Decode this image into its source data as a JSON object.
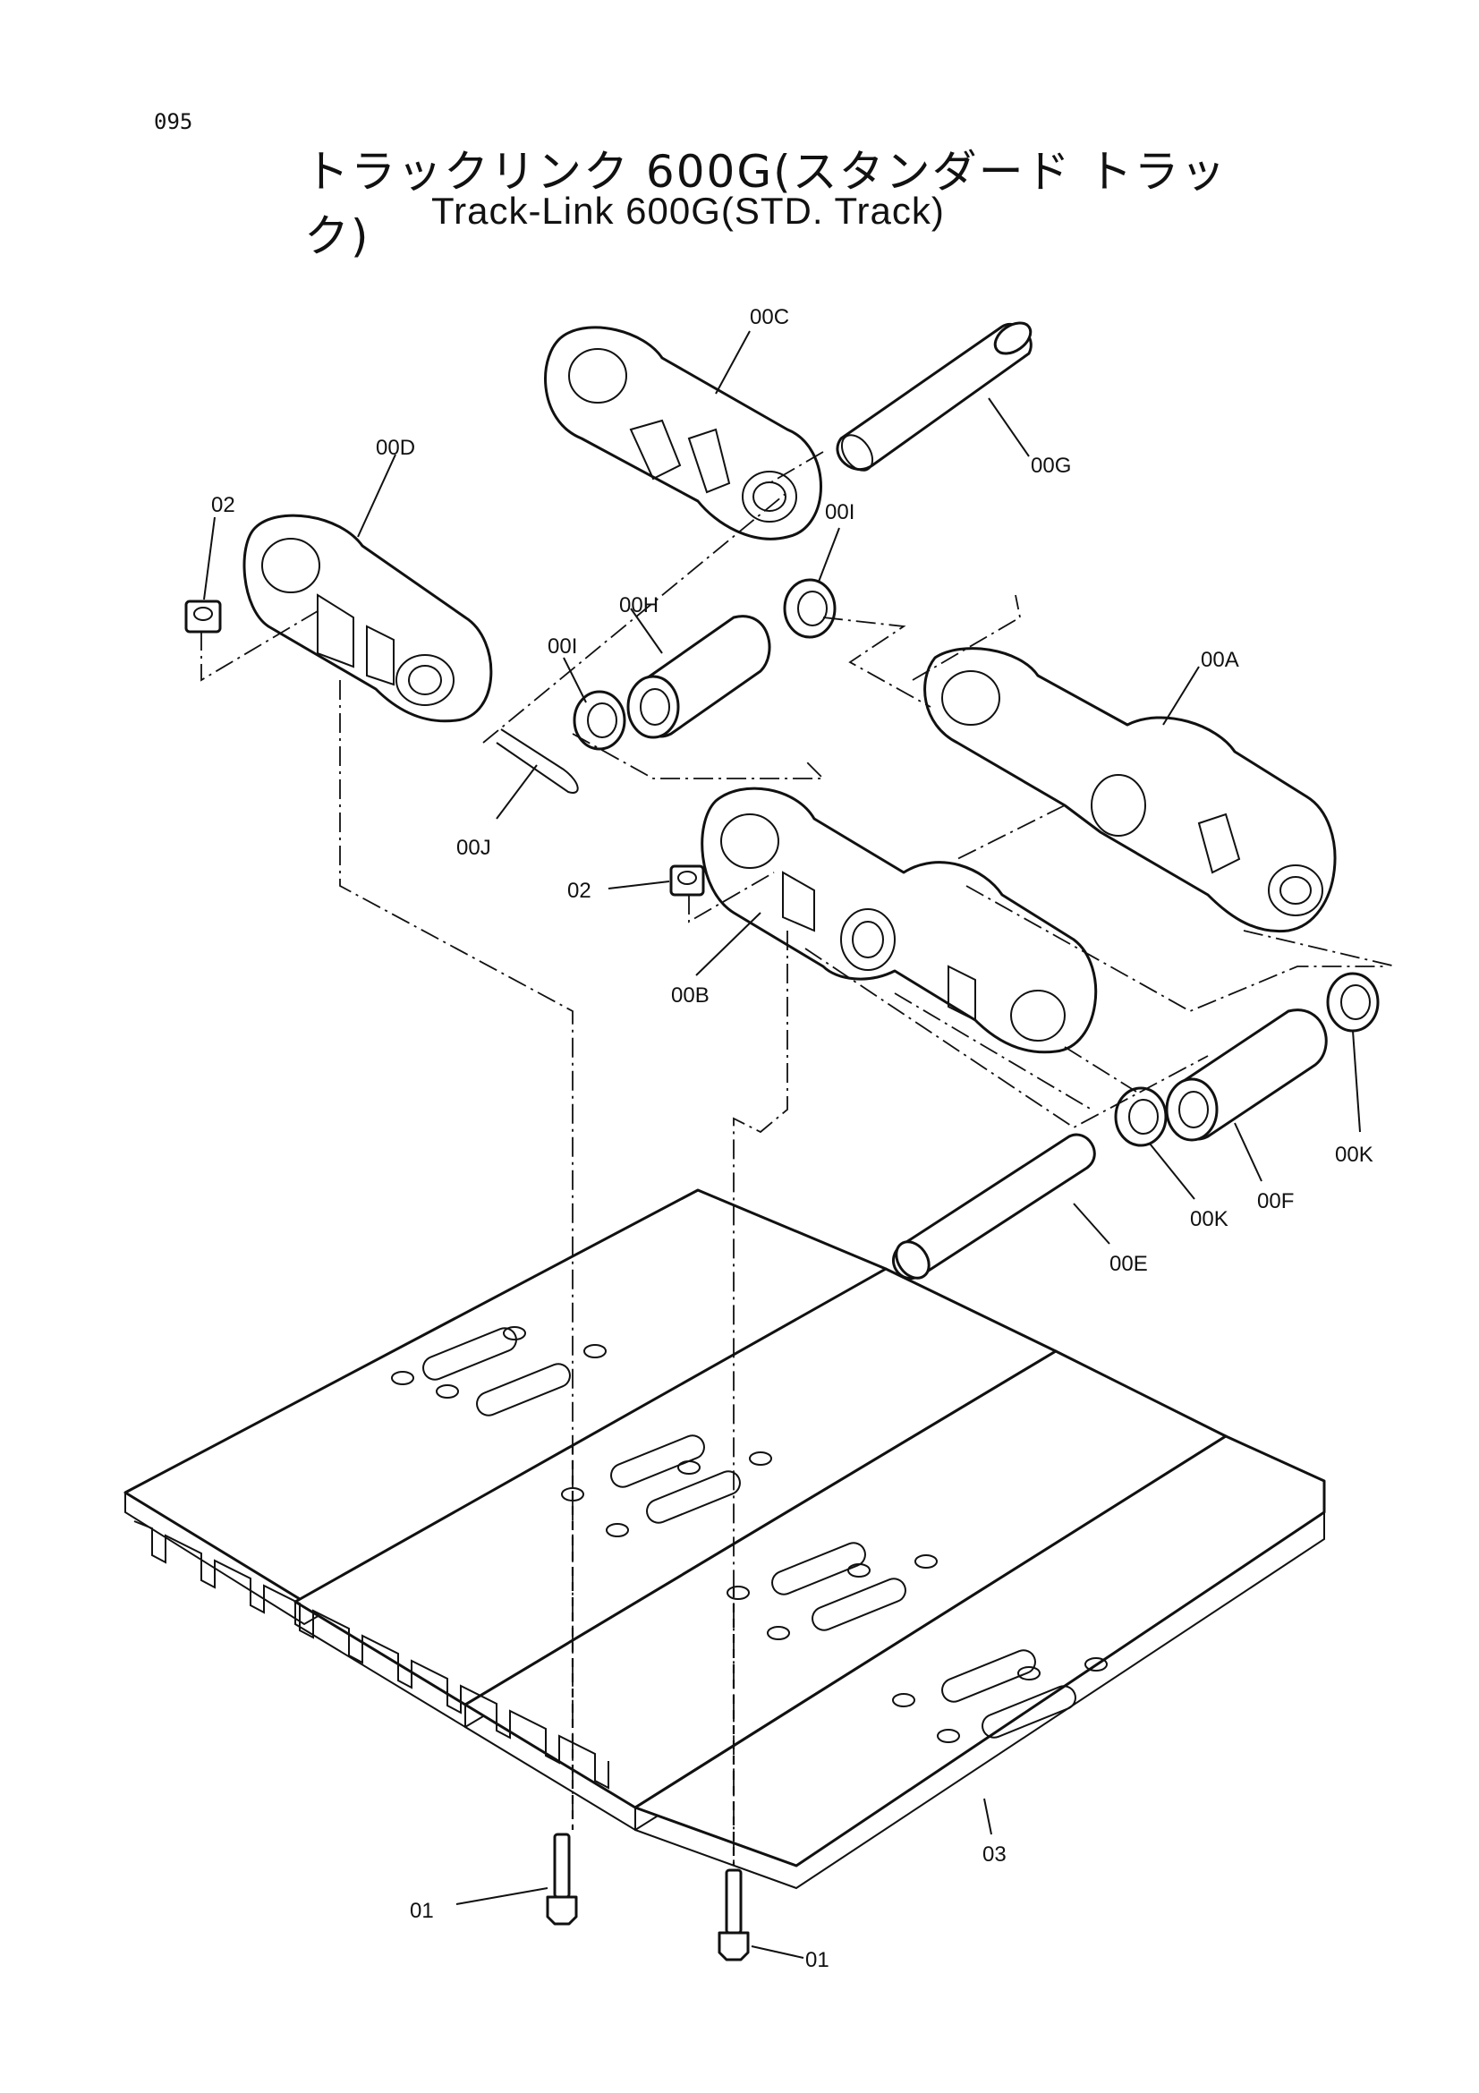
{
  "page_number": "095",
  "title_jp": "トラックリンク 600G(スタンダード トラック)",
  "title_en": "Track-Link 600G(STD. Track)",
  "callouts": {
    "c00C": "00C",
    "c00D": "00D",
    "c00G": "00G",
    "c02a": "02",
    "c00I_top": "00I",
    "c00H": "00H",
    "c00I_left": "00I",
    "c00A": "00A",
    "c00J": "00J",
    "c02b": "02",
    "c00B": "00B",
    "c00K_right": "00K",
    "c00F": "00F",
    "c00K_mid": "00K",
    "c00E": "00E",
    "c03": "03",
    "c01a": "01",
    "c01b": "01"
  },
  "part_icons": {
    "link": "track-link-icon",
    "pin": "track-pin-icon",
    "bushing": "bushing-icon",
    "seal": "seal-ring-icon",
    "nut": "shoe-nut-icon",
    "bolt": "shoe-bolt-icon",
    "shoe": "track-shoe-icon"
  }
}
